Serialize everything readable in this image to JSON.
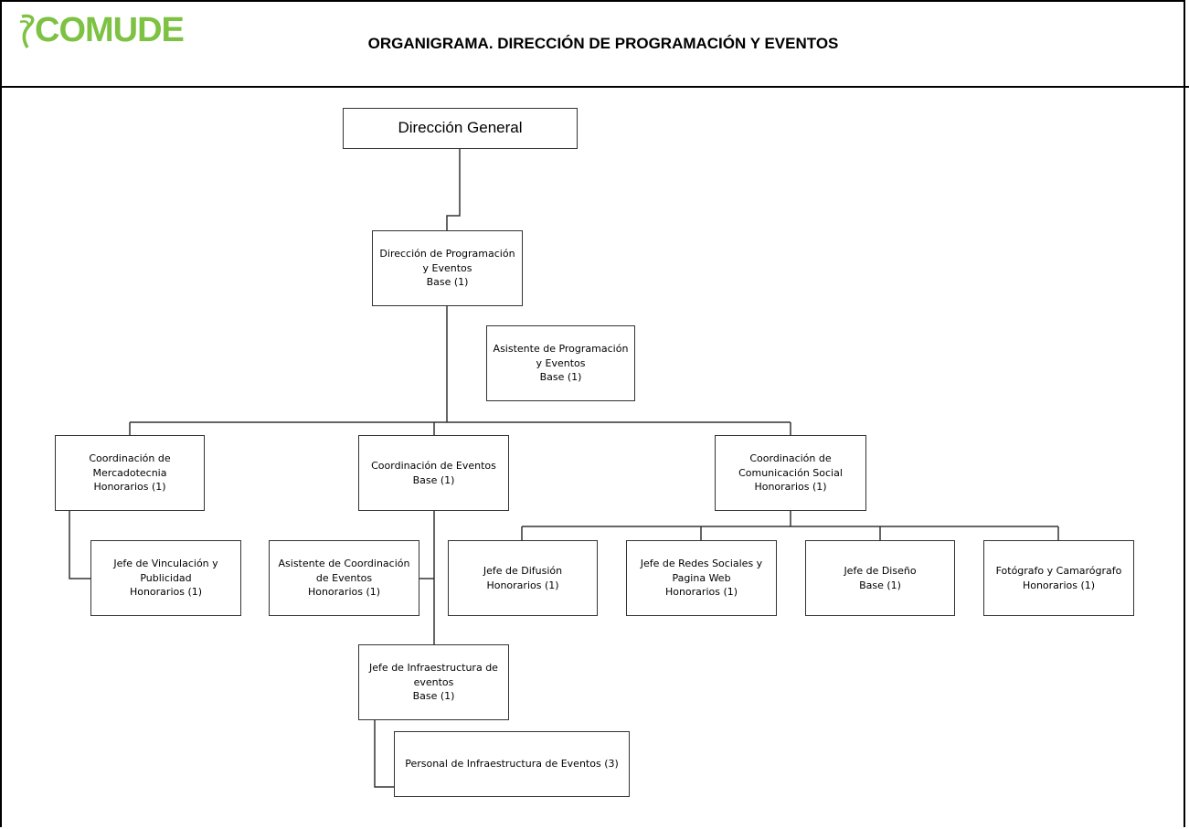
{
  "header": {
    "logo_text": "COMUDE",
    "title": "ORGANIGRAMA. DIRECCIÓN DE PROGRAMACIÓN Y EVENTOS"
  },
  "colors": {
    "logo": "#7dc242",
    "lines": "#333333"
  },
  "nodes": {
    "direccion_general": {
      "line1": "Dirección General"
    },
    "direccion_programacion": {
      "line1": "Dirección de Programación",
      "line2": "y Eventos",
      "status": "Base (1)"
    },
    "asistente_programacion": {
      "line1": "Asistente de Programación",
      "line2": "y Eventos",
      "status": "Base (1)"
    },
    "coord_mercadotecnia": {
      "line1": "Coordinación de",
      "line2": "Mercadotecnia",
      "status": "Honorarios (1)"
    },
    "coord_eventos": {
      "line1": "Coordinación de Eventos",
      "status": "Base (1)"
    },
    "coord_comunicacion": {
      "line1": "Coordinación de",
      "line2": "Comunicación Social",
      "status": "Honorarios (1)"
    },
    "jefe_vinculacion": {
      "line1": "Jefe de Vinculación y",
      "line2": "Publicidad",
      "status": "Honorarios (1)"
    },
    "asistente_coord_eventos": {
      "line1": "Asistente de Coordinación",
      "line2": "de Eventos",
      "status": "Honorarios (1)"
    },
    "jefe_difusion": {
      "line1": "Jefe de  Difusión",
      "status": "Honorarios (1)"
    },
    "jefe_redes": {
      "line1": "Jefe de Redes Sociales y",
      "line2": "Pagina Web",
      "status": "Honorarios (1)"
    },
    "jefe_diseno": {
      "line1": "Jefe de Diseño",
      "status": "Base (1)"
    },
    "fotografo": {
      "line1": "Fotógrafo y Camarógrafo",
      "status": "Honorarios (1)"
    },
    "jefe_infraestructura": {
      "line1": "Jefe de Infraestructura de",
      "line2": "eventos",
      "status": "Base (1)"
    },
    "personal_infraestructura": {
      "line1": "Personal de Infraestructura de Eventos  (3)"
    }
  }
}
